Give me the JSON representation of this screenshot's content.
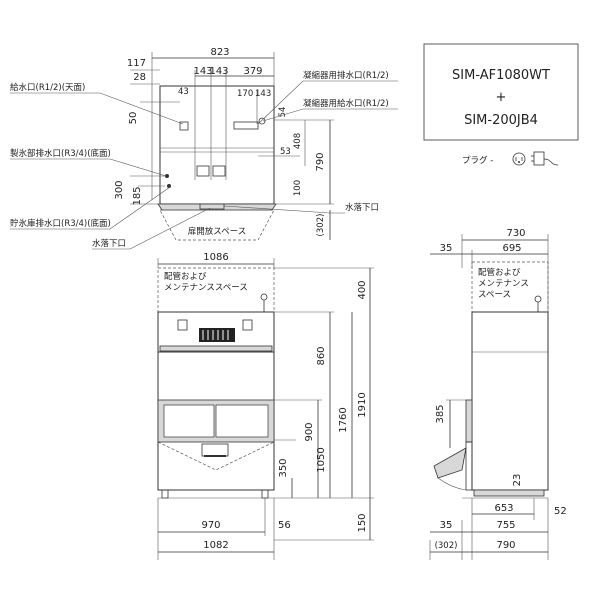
{
  "model": {
    "line1": "SIM-AF1080WT",
    "plus": "+",
    "line2": "SIM-200JB4"
  },
  "plug_label": "プラグ -",
  "labels": {
    "water_inlet": "給水口(R1/2)(天面)",
    "ice_drain": "製氷部排水口(R3/4)(底面)",
    "bin_drain": "貯氷庫排水口(R3/4)(底面)",
    "water_drop_1": "水落下口",
    "water_drop_2": "水落下口",
    "condenser_drain": "凝縮器用排水口(R1/2)",
    "condenser_inlet": "凝縮器用給水口(R1/2)",
    "door_space": "扉開放スペース",
    "maint_front": "配管および\nメンテナンススペース",
    "maint_side": "配管および\nメンテナンス\nスペース"
  },
  "dims_top": {
    "d823": "823",
    "d117": "117",
    "d28": "28",
    "d143a": "143",
    "d143b": "143",
    "d379": "379",
    "d43": "43",
    "d170": "170",
    "d143c": "143",
    "d50": "50",
    "d54": "54",
    "d408": "408",
    "d53": "53",
    "d790": "790",
    "d100": "100",
    "d300": "300",
    "d185": "185",
    "d302": "(302)"
  },
  "dims_front": {
    "d1086": "1086",
    "d400": "400",
    "d860": "860",
    "d1760": "1760",
    "d1910": "1910",
    "d900": "900",
    "d1050": "1050",
    "d350": "350",
    "d150": "150",
    "d970": "970",
    "d56": "56",
    "d1082": "1082"
  },
  "dims_side": {
    "d730": "730",
    "d35a": "35",
    "d695": "695",
    "d385": "385",
    "d23": "23",
    "d653": "653",
    "d52": "52",
    "d35b": "35",
    "d755": "755",
    "d302": "(302)",
    "d790": "790"
  }
}
